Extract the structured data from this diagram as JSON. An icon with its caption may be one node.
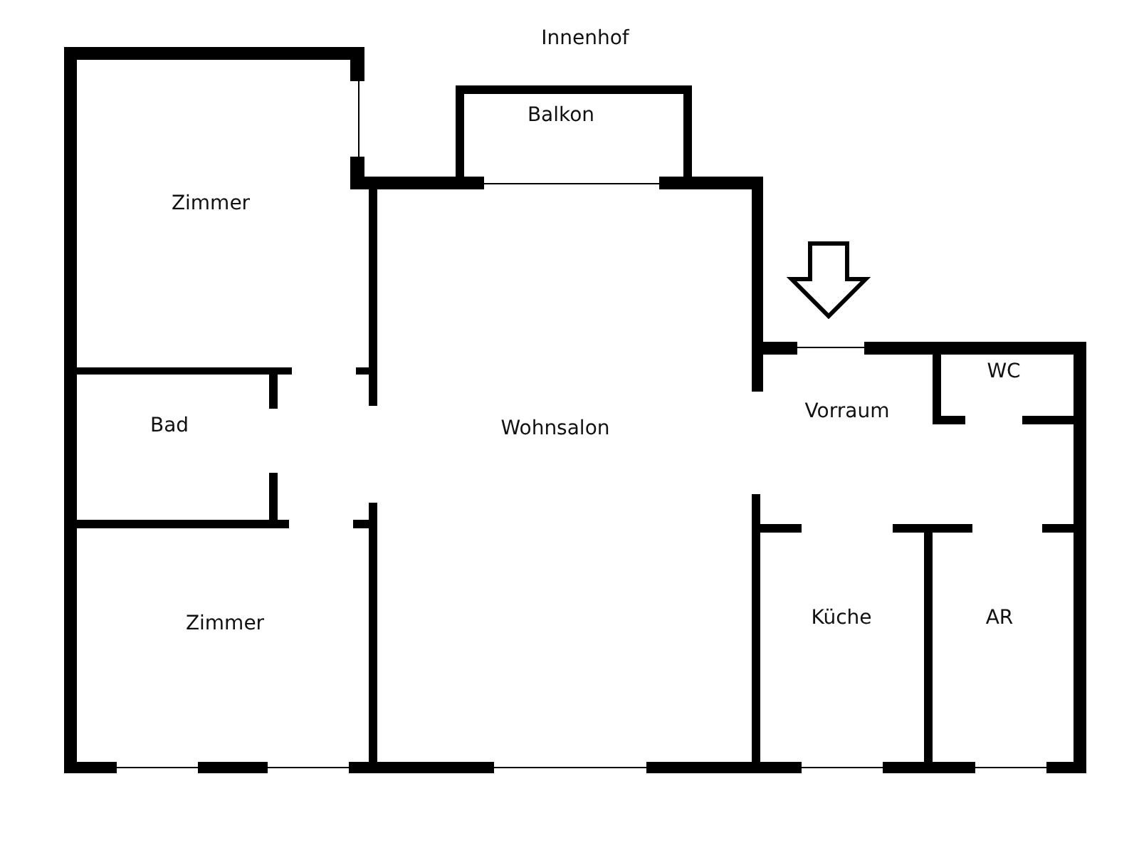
{
  "diagram": {
    "labels": [
      "Innenhof",
      "Balkon",
      "Zimmer",
      "Bad",
      "Wohnsalon",
      "Vorraum",
      "WC",
      "Zimmer",
      "Küche",
      "AR"
    ]
  }
}
